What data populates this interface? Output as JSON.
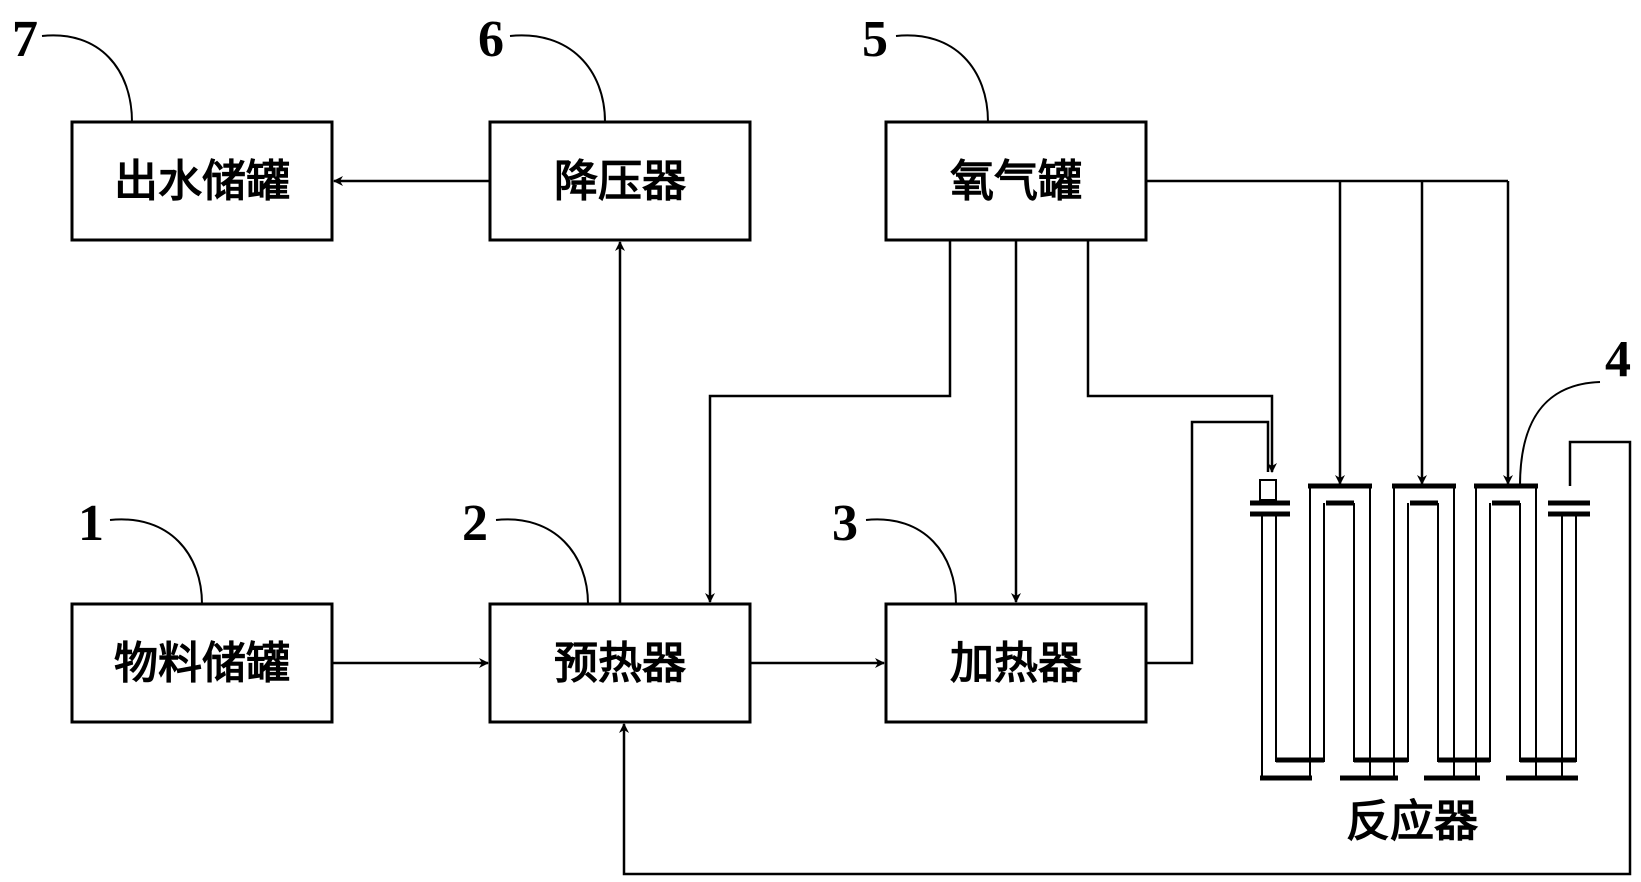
{
  "diagram": {
    "boxes": {
      "water_tank": "出水储罐",
      "depressurizer": "降压器",
      "oxygen_tank": "氧气罐",
      "material_tank": "物料储罐",
      "preheater": "预热器",
      "heater": "加热器"
    },
    "callouts": {
      "n1": "1",
      "n2": "2",
      "n3": "3",
      "n4": "4",
      "n5": "5",
      "n6": "6",
      "n7": "7"
    },
    "reactor_label": "反应器"
  }
}
